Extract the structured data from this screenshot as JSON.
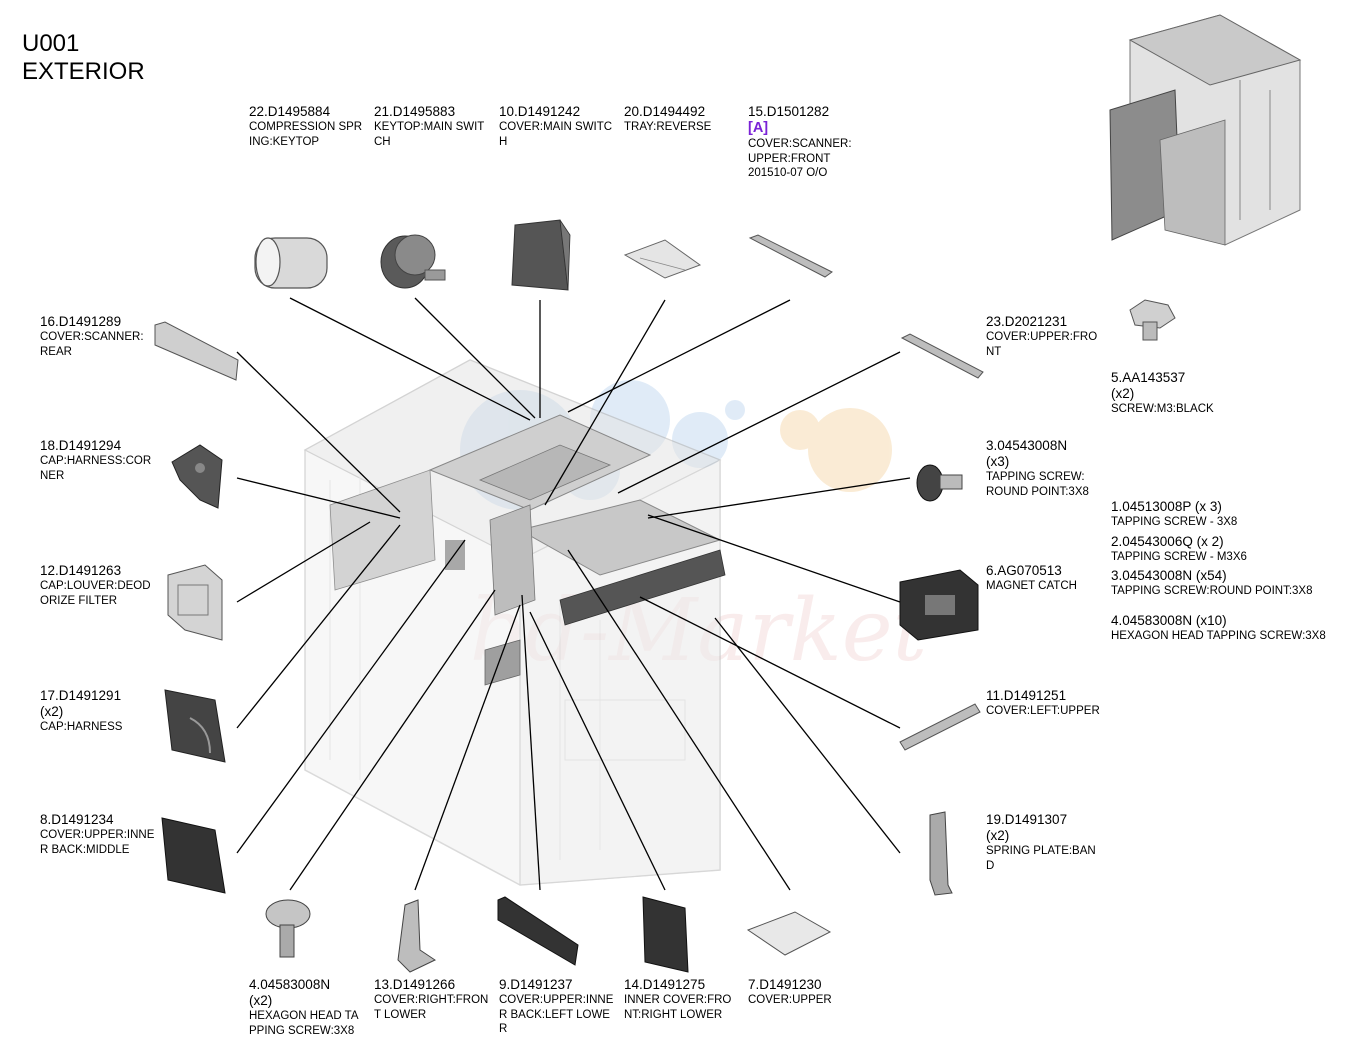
{
  "header": {
    "code": "U001",
    "title": "EXTERIOR"
  },
  "watermark": "bd-Market",
  "labels": {
    "p22": {
      "pn": "22.D1495884",
      "desc": "COMPRESSION SPRING:KEYTOP"
    },
    "p21": {
      "pn": "21.D1495883",
      "desc": "KEYTOP:MAIN SWITCH"
    },
    "p10": {
      "pn": "10.D1491242",
      "desc": "COVER:MAIN SWITCH"
    },
    "p20": {
      "pn": "20.D1494492",
      "desc": "TRAY:REVERSE"
    },
    "p15": {
      "pn": "15.D1501282",
      "tag": "[A]",
      "desc": "COVER:SCANNER:",
      "desc2": "UPPER:FRONT",
      "desc3": "201510-07 O/O"
    },
    "p16": {
      "pn": "16.D1491289",
      "desc": "COVER:SCANNER:",
      "desc2": "REAR"
    },
    "p18": {
      "pn": "18.D1491294",
      "desc": "CAP:HARNESS:CORNER"
    },
    "p12": {
      "pn": "12.D1491263",
      "desc": "CAP:LOUVER:DEODORIZE FILTER"
    },
    "p17": {
      "pn": "17.D1491291",
      "qty": "(x2)",
      "desc": "CAP:HARNESS"
    },
    "p8": {
      "pn": "8.D1491234",
      "desc": "COVER:UPPER:INNER BACK:MIDDLE"
    },
    "p4": {
      "pn": "4.04583008N",
      "qty": "(x2)",
      "desc": "HEXAGON HEAD TAPPING SCREW:3X8"
    },
    "p13": {
      "pn": "13.D1491266",
      "desc": "COVER:RIGHT:FRONT LOWER"
    },
    "p9": {
      "pn": "9.D1491237",
      "desc": "COVER:UPPER:INNER BACK:LEFT LOWER"
    },
    "p14": {
      "pn": "14.D1491275",
      "desc": "INNER COVER:FRONT:RIGHT LOWER"
    },
    "p7": {
      "pn": "7.D1491230",
      "desc": "COVER:UPPER"
    },
    "p23": {
      "pn": "23.D2021231",
      "desc": "COVER:UPPER:FRONT"
    },
    "p5": {
      "pn": "5.AA143537",
      "qty": "(x2)",
      "desc": "SCREW:M3:BLACK"
    },
    "p3": {
      "pn": "3.04543008N",
      "qty": "(x3)",
      "desc": "TAPPING SCREW:",
      "desc2": "ROUND POINT:3X8"
    },
    "p6": {
      "pn": "6.AG070513",
      "desc": "MAGNET CATCH"
    },
    "p11": {
      "pn": "11.D1491251",
      "desc": "COVER:LEFT:UPPER"
    },
    "p19": {
      "pn": "19.D1491307",
      "qty": "(x2)",
      "desc": "SPRING PLATE:BAND"
    }
  },
  "notes": [
    {
      "pn": "1.04513008P (x 3)",
      "desc": "TAPPING SCREW - 3X8"
    },
    {
      "pn": "2.04543006Q (x 2)",
      "desc": "TAPPING SCREW - M3X6"
    },
    {
      "pn": "3.04543008N (x54)",
      "desc": "TAPPING SCREW:ROUND POINT:3X8"
    },
    {
      "pn": "4.04583008N (x10)",
      "desc": "HEXAGON HEAD TAPPING SCREW:3X8"
    }
  ]
}
